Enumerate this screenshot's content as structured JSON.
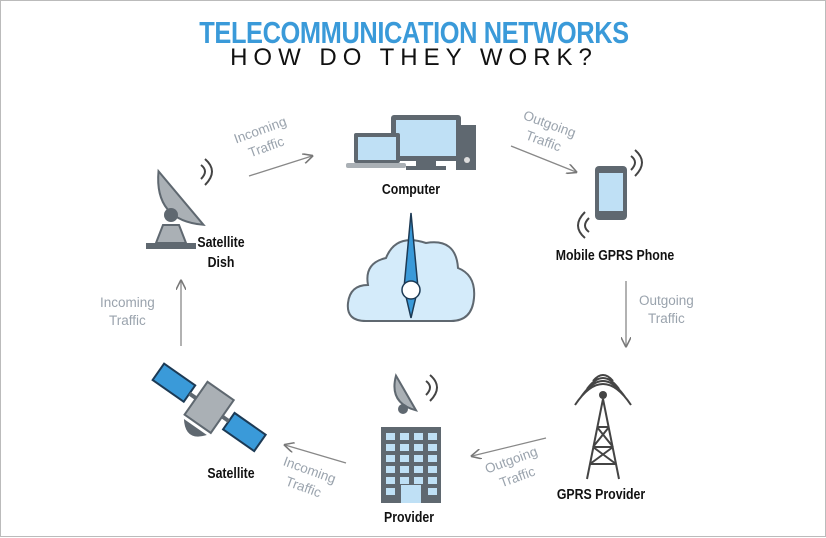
{
  "title": "TELECOMMUNICATION NETWORKS",
  "subtitle": "HOW DO THEY WORK?",
  "nodes": {
    "computer": "Computer",
    "phone": "Mobile GPRS Phone",
    "gprs": "GPRS Provider",
    "provider": "Provider",
    "satellite": "Satellite",
    "dish_line1": "Satellite",
    "dish_line2": "Dish"
  },
  "traffic": {
    "incoming": {
      "l1": "Incoming",
      "l2": "Traffic"
    },
    "outgoing": {
      "l1": "Outgoing",
      "l2": "Traffic"
    }
  },
  "colors": {
    "accent": "#3a9ad9",
    "gray": "#5f6870",
    "light": "#bfe0f5",
    "text": "#9aa3ad"
  }
}
